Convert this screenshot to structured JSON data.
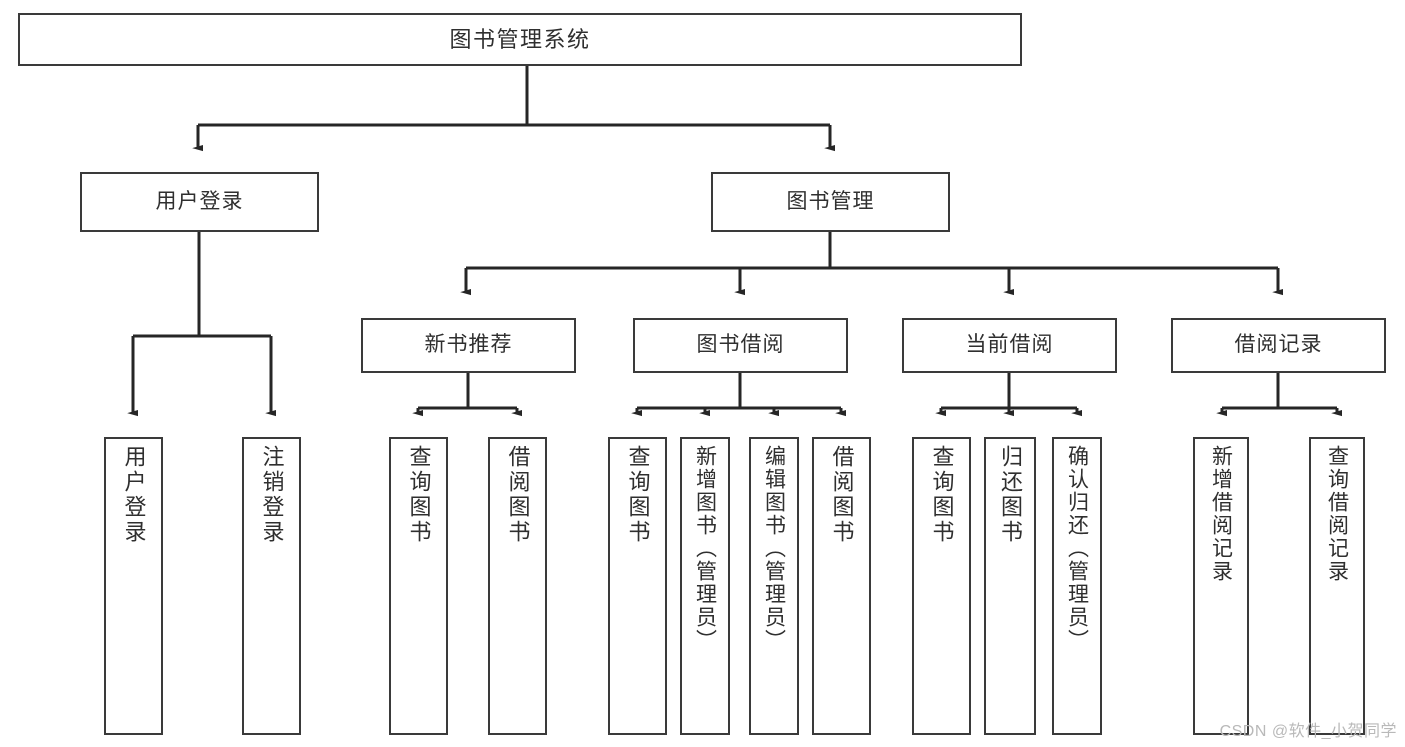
{
  "diagram": {
    "type": "tree",
    "title": "图书管理系统",
    "watermark": "CSDN @软件_小贺同学",
    "colors": {
      "border": "#3a3a3a",
      "text": "#2f2f2f",
      "background": "#ffffff",
      "connector": "#262626",
      "watermark": "#b9b9b9"
    },
    "nodes": {
      "root": "图书管理系统",
      "level2": {
        "user_login": "用户登录",
        "book_manage": "图书管理"
      },
      "level3": {
        "new_book_rec": "新书推荐",
        "book_borrow": "图书借阅",
        "current_borrow": "当前借阅",
        "borrow_record": "借阅记录"
      },
      "leaves": {
        "user_login_1": "用户登录",
        "user_login_2": "注销登录",
        "new_book_rec_1": "查询图书",
        "new_book_rec_2": "借阅图书",
        "book_borrow_1": "查询图书",
        "book_borrow_2": "新增图书（管理员）",
        "book_borrow_3": "编辑图书（管理员）",
        "book_borrow_4": "借阅图书",
        "current_borrow_1": "查询图书",
        "current_borrow_2": "归还图书",
        "current_borrow_3": "确认归还（管理员）",
        "borrow_record_1": "新增借阅记录",
        "borrow_record_2": "查询借阅记录"
      }
    }
  }
}
